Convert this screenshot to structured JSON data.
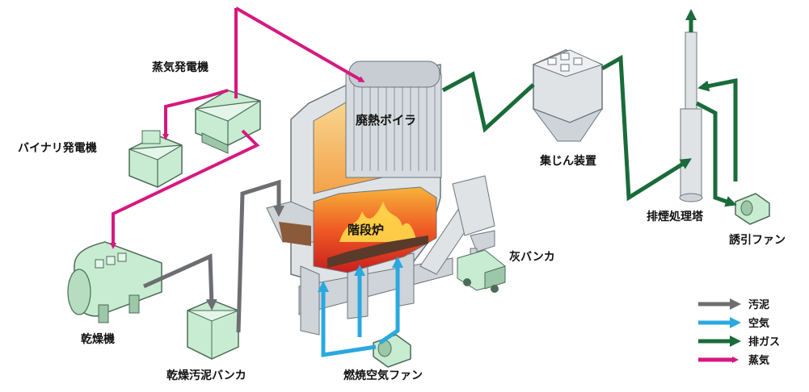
{
  "labels": {
    "steam_generator": "蒸気発電機",
    "binary_generator": "バイナリ発電機",
    "waste_heat_boiler": "廃熱ボイラ",
    "stoker_furnace": "階段炉",
    "dust_collector": "集じん装置",
    "stack": "排煙処理塔",
    "induced_fan": "誘引ファン",
    "ash_bunker": "灰バンカ",
    "dryer": "乾燥機",
    "dried_sludge_bunker": "乾燥汚泥バンカ",
    "combustion_air_fan": "燃焼空気ファン"
  },
  "legend": [
    {
      "label": "汚泥",
      "color": "#6d6e71"
    },
    {
      "label": "空気",
      "color": "#2aa8e0"
    },
    {
      "label": "排ガス",
      "color": "#1a6b3a"
    },
    {
      "label": "蒸気",
      "color": "#d6187f"
    }
  ],
  "colors": {
    "sludge": "#6d6e71",
    "air": "#2aa8e0",
    "exhaust": "#1a6b3a",
    "steam": "#d6187f",
    "equipment": "#c8ecd2",
    "equipment_outline": "#4d6b57",
    "furnace_shell": "#dfe3e6"
  }
}
